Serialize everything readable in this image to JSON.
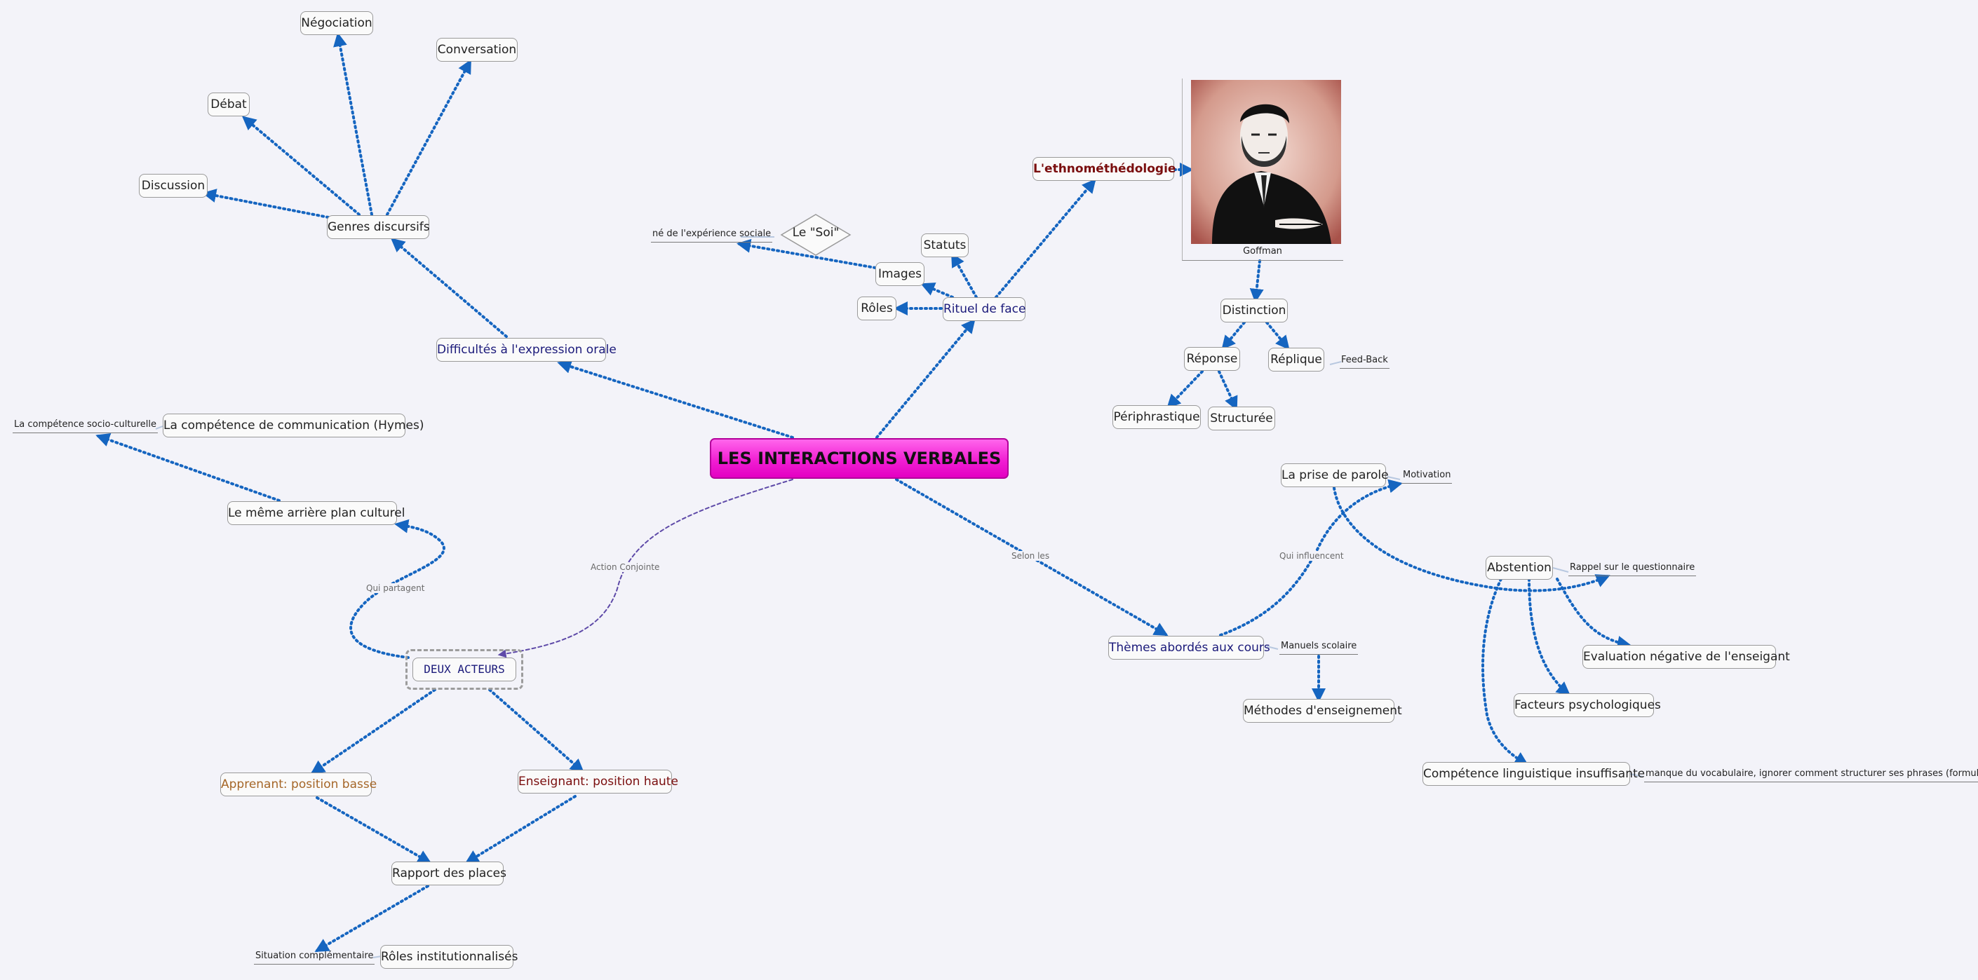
{
  "root": {
    "label": "LES INTERACTIONS VERBALES"
  },
  "left": {
    "difficultes": "Difficultés à l'expression orale",
    "genres": "Genres discursifs",
    "negociation": "Négociation",
    "conversation": "Conversation",
    "debat": "Débat",
    "discussion": "Discussion",
    "competence_comm": "La compétence de communication (Hymes)",
    "competence_socio": "La compétence socio-culturelle",
    "meme_arriere": "Le même arrière plan culturel",
    "qui_partagent": "Qui partagent",
    "action_conjointe": "Action Conjointe",
    "deux_acteurs": "DEUX ACTEURS",
    "apprenant": "Apprenant: position basse",
    "enseignant": "Enseignant: position haute",
    "rapport": "Rapport des places",
    "roles_inst": "Rôles institutionnalisés",
    "situation": "Situation complémentaire"
  },
  "center": {
    "rituel": "Rituel de face",
    "statuts": "Statuts",
    "images": "Images",
    "roles": "Rôles",
    "soi": "Le \"Soi\"",
    "ne_experience": "né de l'expérience sociale",
    "ethno": "L'ethnométhédologie",
    "goffman": "Goffman",
    "distinction": "Distinction",
    "reponse": "Réponse",
    "replique": "Réplique",
    "feedback": "Feed-Back",
    "periphrastique": "Périphrastique",
    "structuree": "Structurée"
  },
  "right": {
    "selon_les": "Selon les",
    "themes": "Thèmes abordés aux cours",
    "manuels": "Manuels scolaire",
    "methodes": "Méthodes d'enseignement",
    "qui_influencent": "Qui influencent",
    "prise_parole": "La prise de parole",
    "motivation": "Motivation",
    "abstention": "Abstention",
    "rappel": "Rappel sur le questionnaire",
    "evaluation": "Evaluation négative de l'enseigant",
    "facteurs": "Facteurs psychologiques",
    "competence_ling": "Compétence linguistique insuffisante",
    "manque": "manque du vocabulaire, ignorer comment structurer ses phrases (formuler)"
  },
  "colors": {
    "link": "#1565c0",
    "root_fill": "#f11fd3",
    "blue_text": "#1b1a7a",
    "darkred_text": "#7a0e0e",
    "brown_text": "#a56628"
  }
}
